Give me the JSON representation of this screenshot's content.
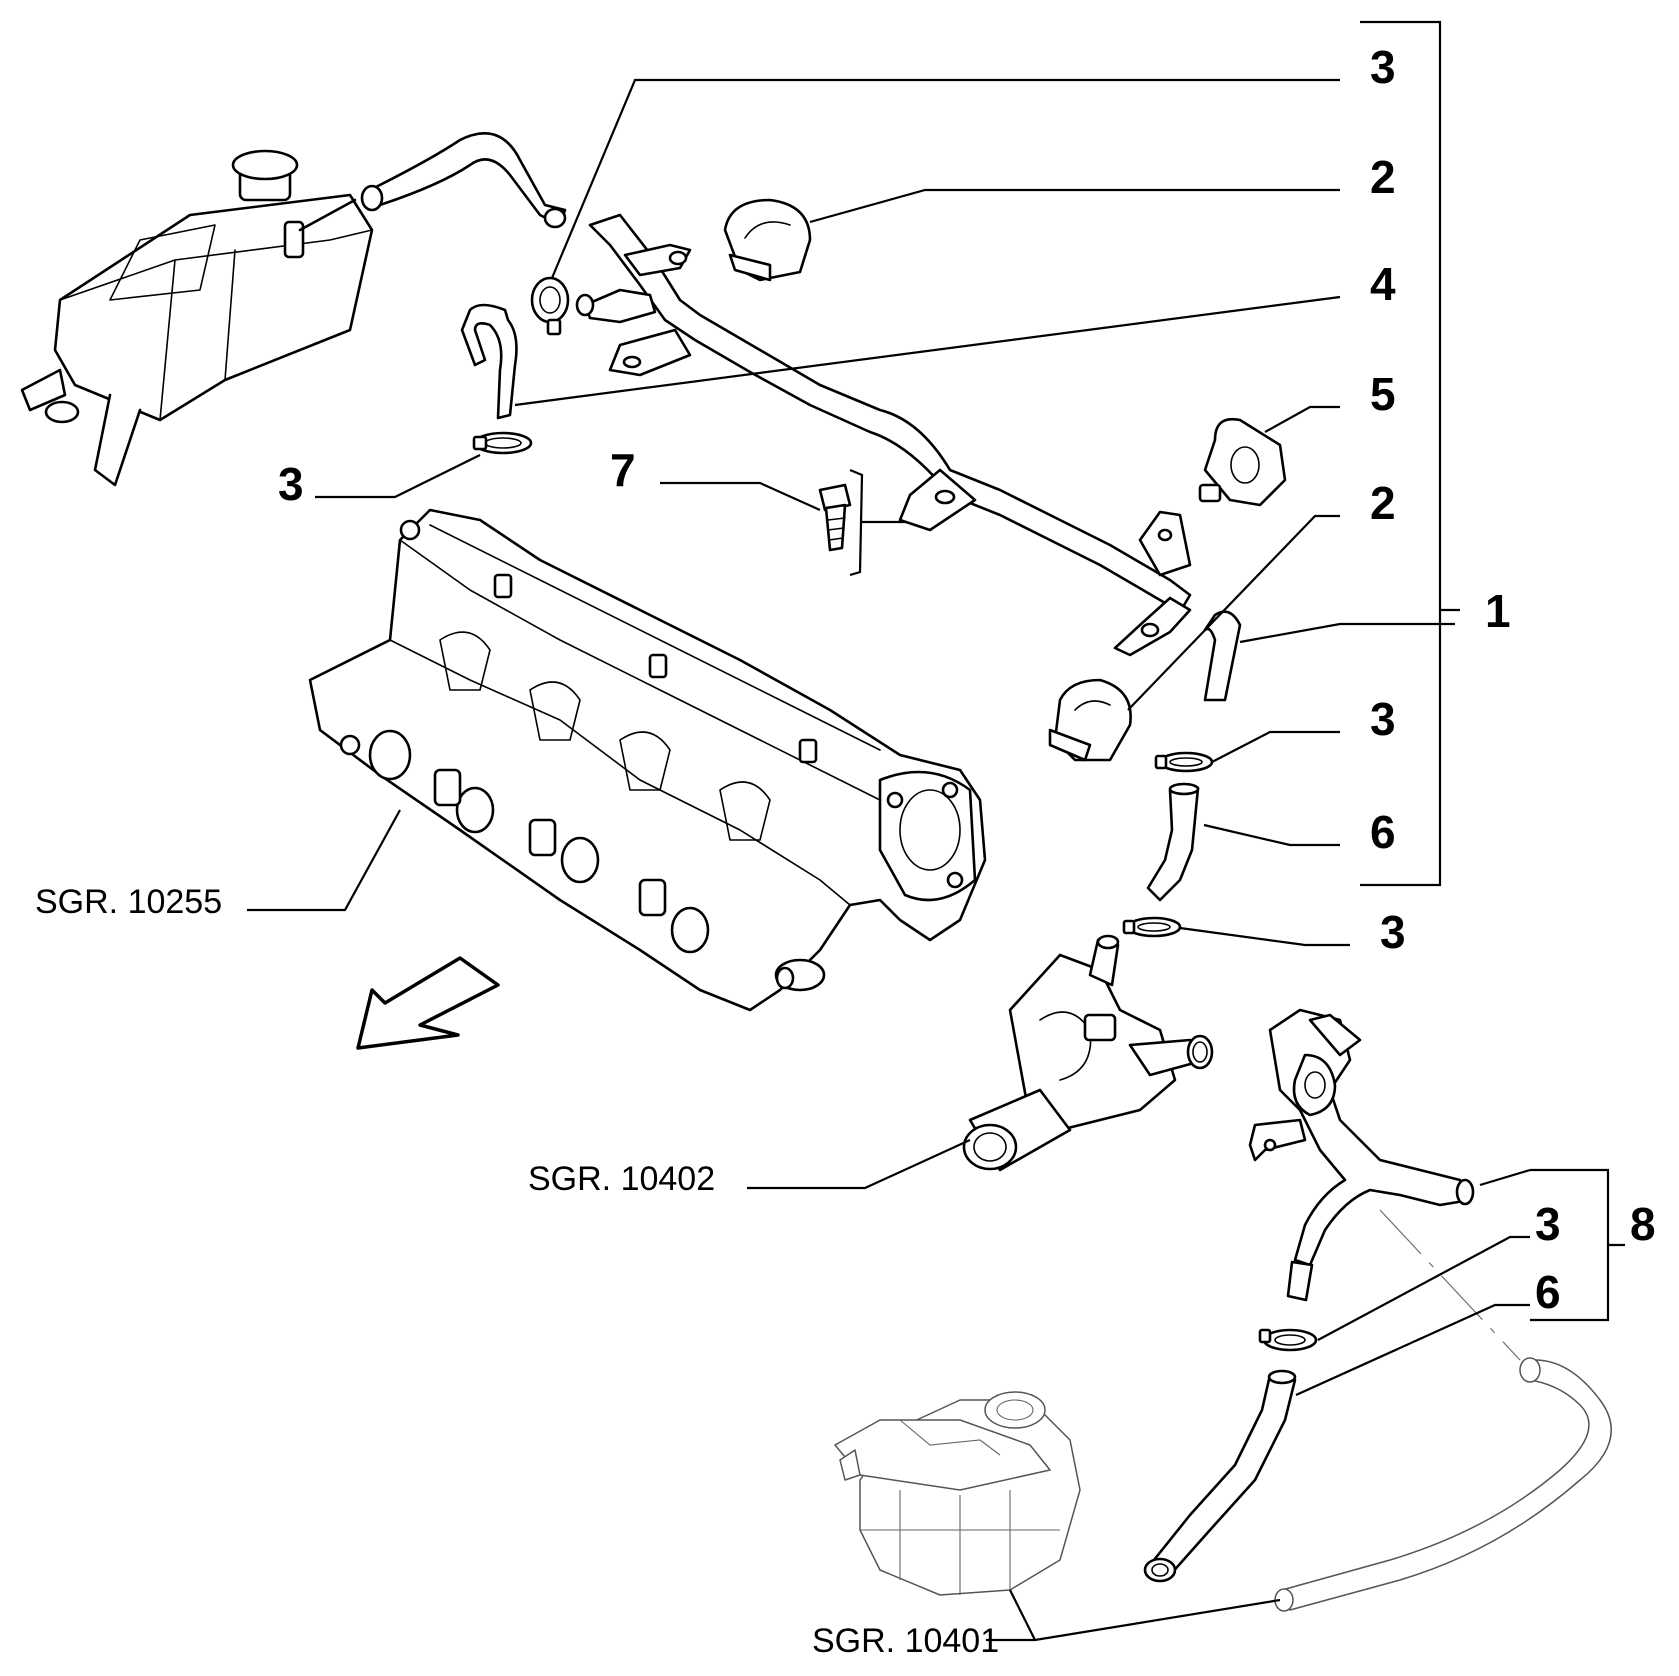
{
  "callouts": [
    {
      "id": "c-3a",
      "label": "3"
    },
    {
      "id": "c-2a",
      "label": "2"
    },
    {
      "id": "c-4",
      "label": "4"
    },
    {
      "id": "c-5",
      "label": "5"
    },
    {
      "id": "c-2b",
      "label": "2"
    },
    {
      "id": "c-1",
      "label": "1"
    },
    {
      "id": "c-3b",
      "label": "3"
    },
    {
      "id": "c-6a",
      "label": "6"
    },
    {
      "id": "c-3c",
      "label": "3"
    },
    {
      "id": "c-3d",
      "label": "3"
    },
    {
      "id": "c-7",
      "label": "7"
    },
    {
      "id": "c-3e",
      "label": "3"
    },
    {
      "id": "c-8",
      "label": "8"
    },
    {
      "id": "c-6b",
      "label": "6"
    }
  ],
  "references": [
    {
      "id": "r-10255",
      "label": "SGR. 10255"
    },
    {
      "id": "r-10402",
      "label": "SGR. 10402"
    },
    {
      "id": "r-10401",
      "label": "SGR. 10401"
    }
  ]
}
